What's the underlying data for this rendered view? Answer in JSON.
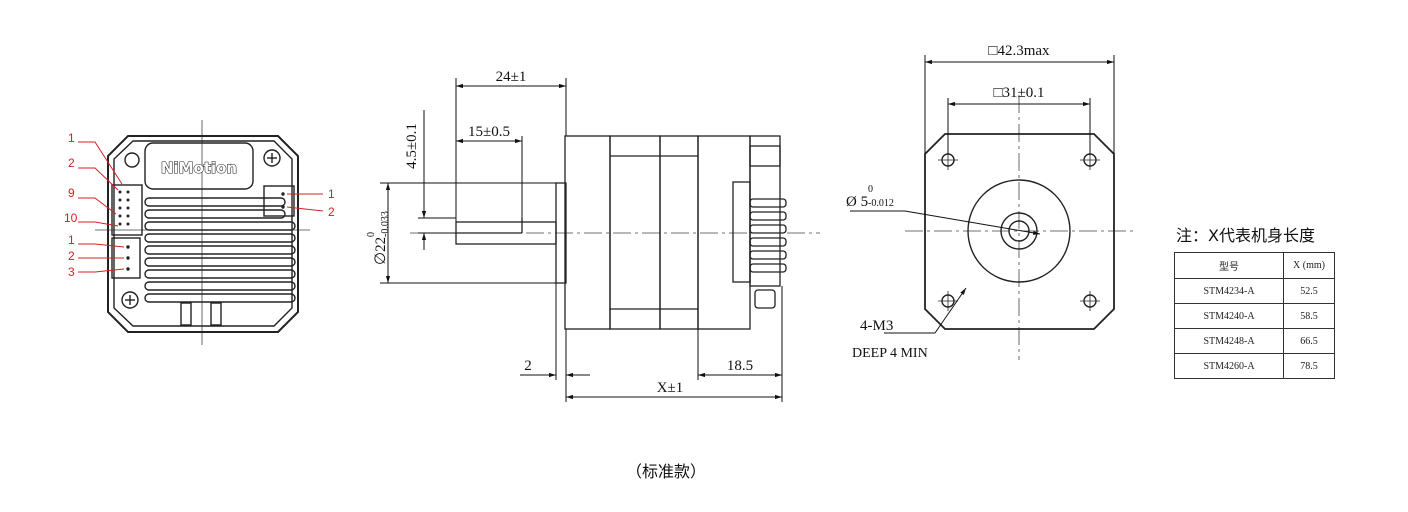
{
  "brand": "NiMotion",
  "left_view": {
    "pin_labels_top": [
      "1",
      "2",
      "9",
      "10"
    ],
    "pin_labels_mid": [
      "1",
      "2",
      "3"
    ],
    "pin_labels_right": [
      "1",
      "2"
    ]
  },
  "side_view": {
    "dim_24": "24±1",
    "dim_15": "15±0.5",
    "dim_4_5": "4.5±0.1",
    "dim_22_main": "∅22",
    "dim_22_tol_upper": "0",
    "dim_22_tol_lower": "-0.033",
    "dim_2": "2",
    "dim_18_5": "18.5",
    "dim_x": "X±1"
  },
  "front_view": {
    "dim_42": "42.3max",
    "dim_31": "31±0.1",
    "dim_5_main": "Ø 5",
    "dim_5_tol_upper": "0",
    "dim_5_tol_lower": "-0.012",
    "thread": "4-M3",
    "deep": "DEEP 4 MIN"
  },
  "table": {
    "note": "注：X代表机身长度",
    "headers": [
      "型号",
      "X (mm)"
    ],
    "rows": [
      {
        "model": "STM4234-A",
        "x": "52.5"
      },
      {
        "model": "STM4240-A",
        "x": "58.5"
      },
      {
        "model": "STM4248-A",
        "x": "66.5"
      },
      {
        "model": "STM4260-A",
        "x": "78.5"
      }
    ]
  },
  "caption": "（标准款）"
}
